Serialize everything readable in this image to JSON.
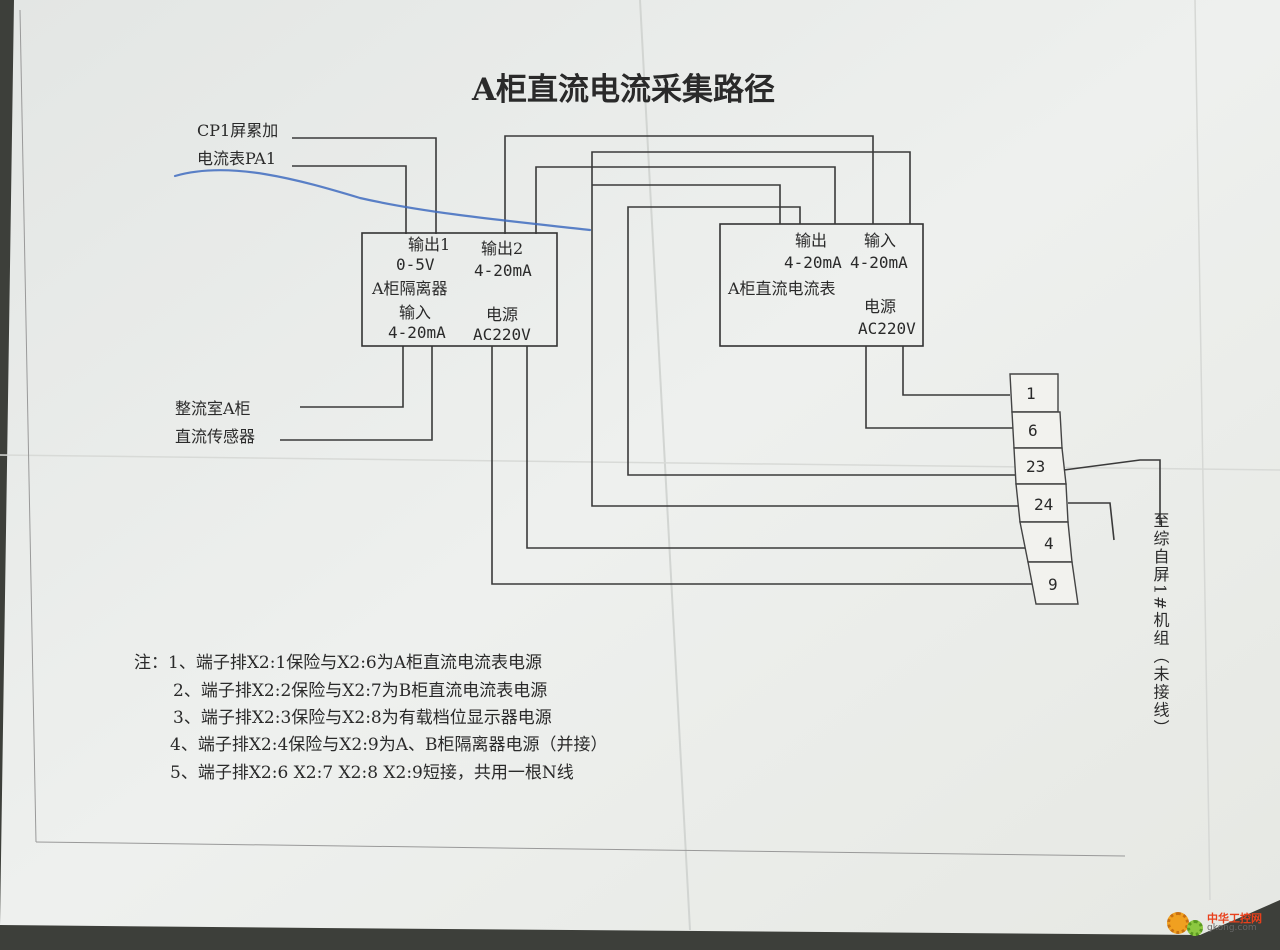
{
  "title": "A柜直流电流采集路径",
  "cp1": {
    "line1": "CP1屏累加",
    "line2": "电流表PA1"
  },
  "sensor": {
    "line1": "整流室A柜",
    "line2": "直流传感器"
  },
  "isolator": {
    "out1": "输出1",
    "out1_range": "0-5V",
    "out2": "输出2",
    "out2_range": "4-20mA",
    "name": "A柜隔离器",
    "in": "输入",
    "in_range": "4-20mA",
    "power": "电源",
    "power_spec": "AC220V"
  },
  "meter": {
    "out": "输出",
    "out_range": "4-20mA",
    "in": "输入",
    "in_range": "4-20mA",
    "name": "A柜直流电流表",
    "power": "电源",
    "power_spec": "AC220V"
  },
  "terminals": [
    "1",
    "6",
    "23",
    "24",
    "4",
    "9"
  ],
  "side_label": "至综自屏1#机组（未接线）",
  "notes": [
    "注：1、端子排X2:1保险与X2:6为A柜直流电流表电源",
    "2、端子排X2:2保险与X2:7为B柜直流电流表电源",
    "3、端子排X2:3保险与X2:8为有载档位显示器电源",
    "4、端子排X2:4保险与X2:9为A、B柜隔离器电源（并接）",
    "5、端子排X2:6  X2:7  X2:8  X2:9短接，共用一根N线"
  ],
  "watermark": {
    "cn": "中华工控网",
    "en": "gkong.com"
  },
  "colors": {
    "paper": "#ecefec",
    "ink": "#2a2a2a",
    "pen": "#3f6cc0",
    "background": "#3d3f3a"
  }
}
